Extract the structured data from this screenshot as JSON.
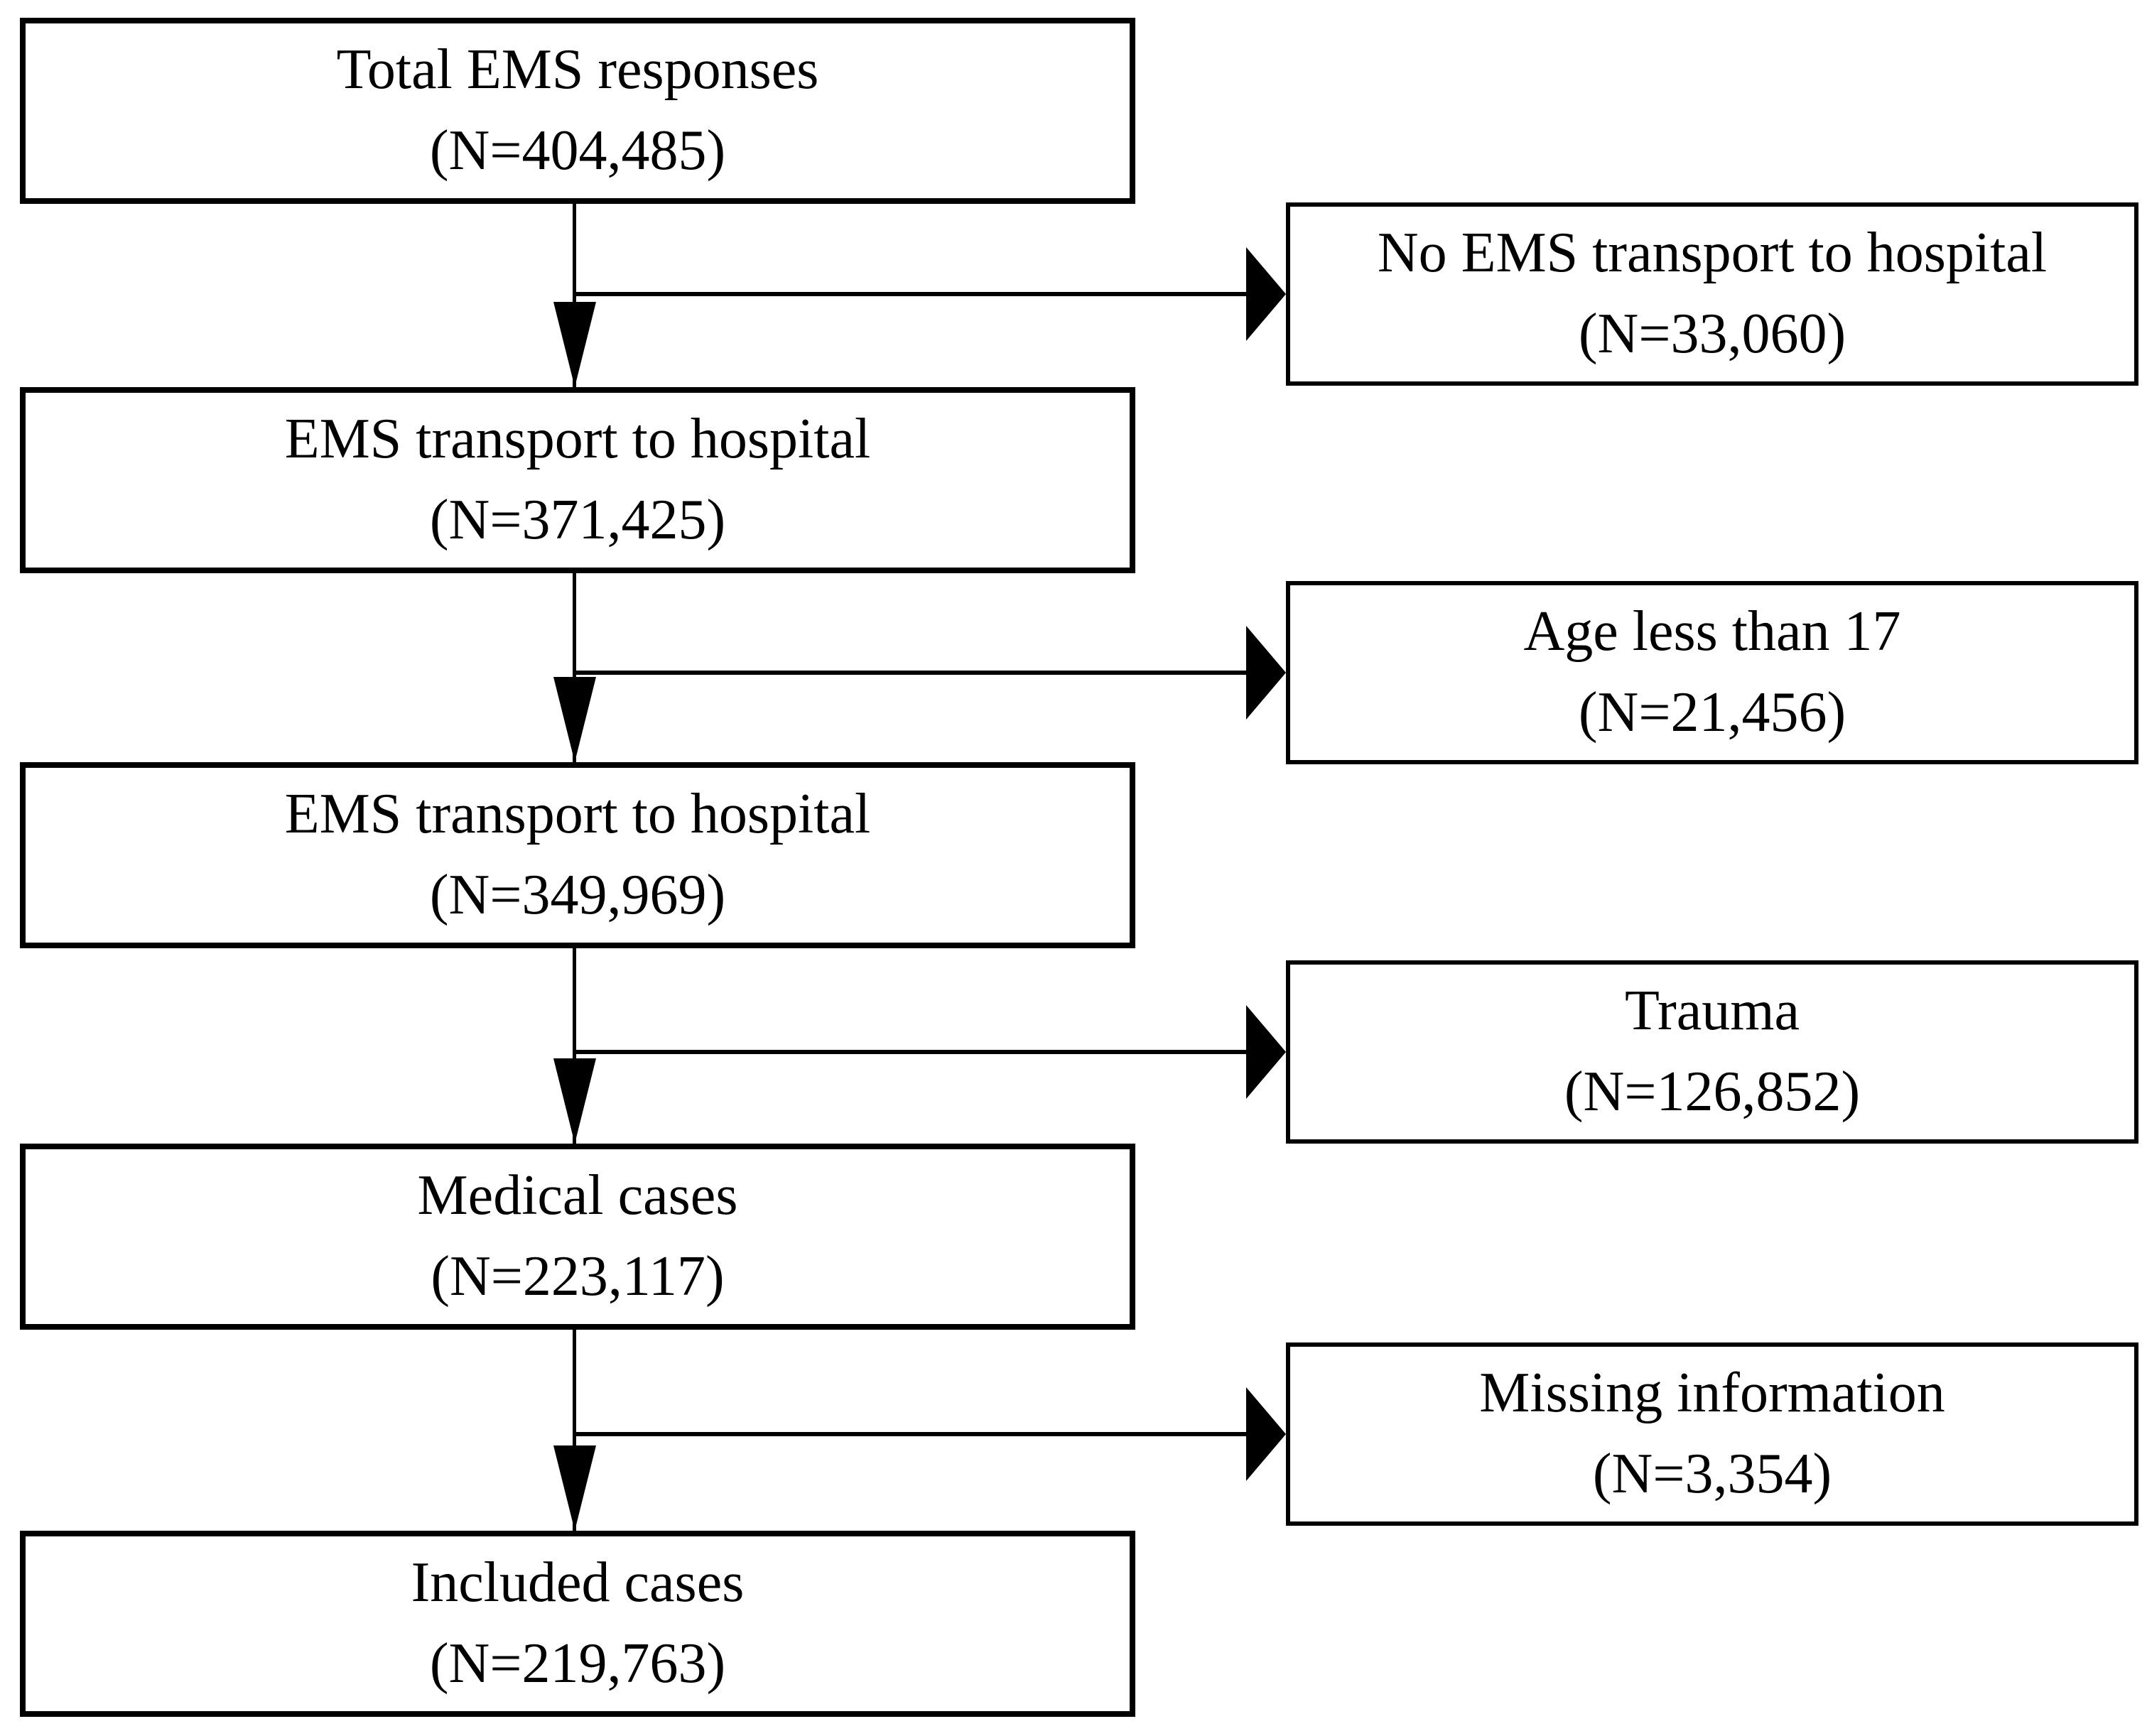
{
  "figure": {
    "type": "flowchart",
    "direction": "top-down",
    "main_flow": [
      {
        "title": "Total EMS responses",
        "count": "(N=404,485)"
      },
      {
        "title": "EMS transport to hospital",
        "count": "(N=371,425)"
      },
      {
        "title": "EMS transport to hospital",
        "count": "(N=349,969)"
      },
      {
        "title": "Medical cases",
        "count": "(N=223,117)"
      },
      {
        "title": "Included cases",
        "count": "(N=219,763)"
      }
    ],
    "exclusions": [
      {
        "title": "No EMS transport to hospital",
        "count": "(N=33,060)"
      },
      {
        "title": "Age less than 17",
        "count": "(N=21,456)"
      },
      {
        "title": "Trauma",
        "count": "(N=126,852)"
      },
      {
        "title": "Missing information",
        "count": "(N=3,354)"
      }
    ],
    "colors": {
      "border": "#000000",
      "background": "#ffffff",
      "text": "#000000"
    }
  }
}
